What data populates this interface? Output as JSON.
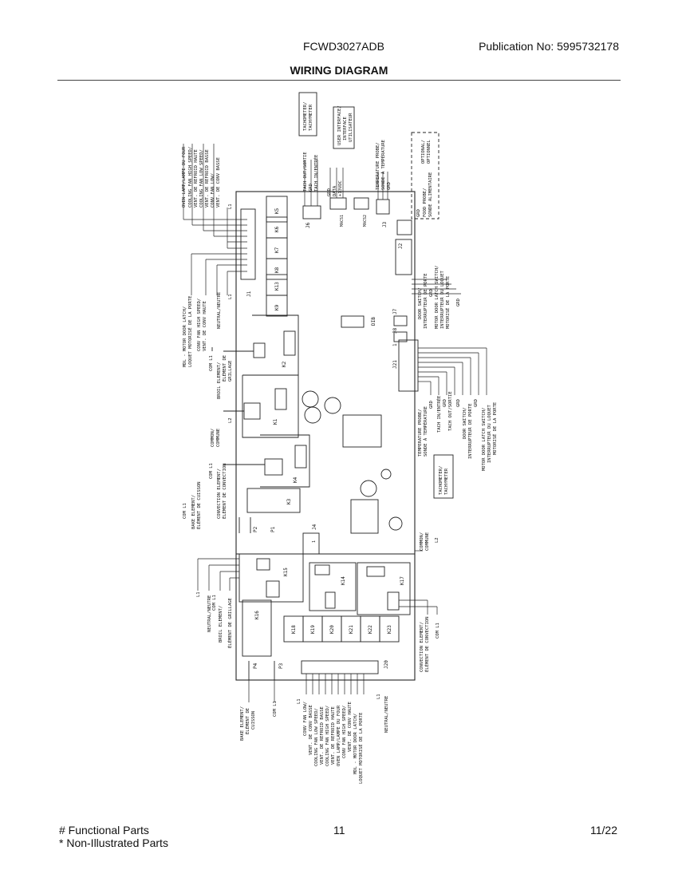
{
  "header": {
    "model": "FCWD3027ADB",
    "publication": "Publication No:  5995732178",
    "title": "WIRING DIAGRAM"
  },
  "footer": {
    "functional": "# Functional Parts",
    "non_illustrated": "* Non-Illustrated Parts",
    "page": "11",
    "date": "11/22"
  },
  "board": {
    "relays_top": [
      "K5",
      "K6",
      "K7",
      "K8",
      "K13",
      "K9"
    ],
    "relays_lower": [
      "K18",
      "K19",
      "K20",
      "K21",
      "K22",
      "K23"
    ],
    "relay_k2": "K2",
    "relay_k1": "K1",
    "relay_k4": "K4",
    "relay_k3": "K3",
    "relay_k15": "K15",
    "relay_k14": "K14",
    "relay_k17": "K17",
    "relay_k16": "K16",
    "connectors": {
      "j1": "J1",
      "j6": "J6",
      "macs1": "MACS1",
      "macs2": "MACS2",
      "j3": "J3",
      "j2": "J2",
      "j7": "J7",
      "j8": "J8",
      "j21": "J21",
      "j4": "J4",
      "j20": "J20",
      "p1": "P1",
      "p2": "P2",
      "p3": "P3",
      "p4": "P4",
      "dib": "DIB",
      "pin1": "1",
      "j4_pin": "1"
    }
  },
  "labels": {
    "j1_group": [
      "OVEN LAMP/LAMPE DU FOUR",
      "COOLING FAN HIGH SPEED/",
      "VENT. DE REFROID HAUTE",
      "COOLING FAN LOW SPEED/",
      "VENT. DE REFROID BASSE",
      "CONV FAN LOW/",
      "VENT. DE CONV BASSE",
      "L1"
    ],
    "j1_lower": [
      "MDL - MOTOR DOOR LATCH/",
      "LOQUET MOTORISÉ DE LA PORTE",
      "CONV FAN HIGH SPEED/",
      "VENT. DE CONV HAUTE",
      "NEUTRAL/NEUTRE",
      "L1"
    ],
    "k2_group": [
      "COM L1",
      "BROIL ELEMENT/",
      "ÉLÉMENT DE",
      "GRILLAGE"
    ],
    "k1_group": [
      "COMMON/",
      "COMMUNE",
      "L2"
    ],
    "k4_group": [
      "COM L1",
      "CONVECTION ELEMENT/",
      "ÉLÉMENT DE CONVECTION"
    ],
    "k3_group": [
      "COM L1",
      "BAKE ELEMENT/",
      "ÉLÉMENT DE CUISSON"
    ],
    "left_lower": [
      "L1",
      "NEUTRAL/NEUTRE",
      "COM L1",
      "BROIL ELEMENT/",
      "ÉLÉMENT DE GRILLAGE"
    ],
    "p4_label": [
      "BAKE ELEMENT/",
      "ÉLÉMENT DE",
      "CUISSON"
    ],
    "p3_label": "COM L1",
    "j20_group": [
      "L1",
      "CONV FAN LOW/",
      "VENT. DE CONV BASSE",
      "COOLING FAN LOW SPEED/",
      "VENT. DE REFROID BASSE",
      "COOLING FAN HIGH SPEED/",
      "VENT. DE REFROID HAUTE",
      "OVEN LAMP/LAMPE DU FOUR",
      "CONV FAN HIGH SPEED/",
      "VENT. DE CONV HAUTE",
      "MDL - MOTOR DOOR LATCH/",
      "LOQUET MOTORISÉ DE LA PORTE",
      "L1",
      "NEUTRAL/NEUTRE"
    ],
    "k17_group": [
      "CONVECTION ELEMENT/",
      "ÉLÉMENT DE CONVECTION",
      "COM L1"
    ],
    "common_l2": [
      "COMMON/",
      "COMMUNE",
      "L2"
    ],
    "tach_top": [
      "TACH OUT/SORTIE",
      "GRD",
      "TACH IN/ENTRÉE"
    ],
    "tachometer": [
      "TACHOMETER/",
      "TACHYMETER"
    ],
    "ui_wires": [
      "GRD",
      "DATA",
      "+13VDC"
    ],
    "user_interface": [
      "USER INTERFACE/",
      "INTERFACE",
      "UTILISATEUR"
    ],
    "temp_probe_top": [
      "TEMPERATURE PROBE/",
      "SONDE À TEMPÉRATURE",
      "GRD"
    ],
    "food_probe": [
      "GRD",
      "FOOD PROBE/",
      "SONDE ALIMENTAIRE"
    ],
    "optional": [
      "OPTIONAL/",
      "OPTIONNEL"
    ],
    "j2_group": [
      "DOOR SWITCH/",
      "INTERRUPTEUR DE PORTE",
      "GRD",
      "MOTOR DOOR LATCH SWITCH/",
      "INTERRUPTEUR DU LOQUET",
      "MOTORISÉ DE LA PORTE",
      "GRD"
    ],
    "j21_group": [
      "TEMPERATURE PROBE/",
      "SONDE À TEMPÉRATURE",
      "GRD",
      "TACH IN/ENTRÉE",
      "GRD",
      "TACH OUT/SORTIE",
      "GRD",
      "DOOR SWITCH/",
      "INTERRUPTEUR DE PORTE",
      "GRD",
      "MOTOR DOOR LATCH SWITCH/",
      "INTERRUPTEUR DU LOQUET",
      "MOTORISÉ DE LA PORTE"
    ],
    "tachometer_box": [
      "TACHOMETER/",
      "TACHYMETER"
    ]
  }
}
